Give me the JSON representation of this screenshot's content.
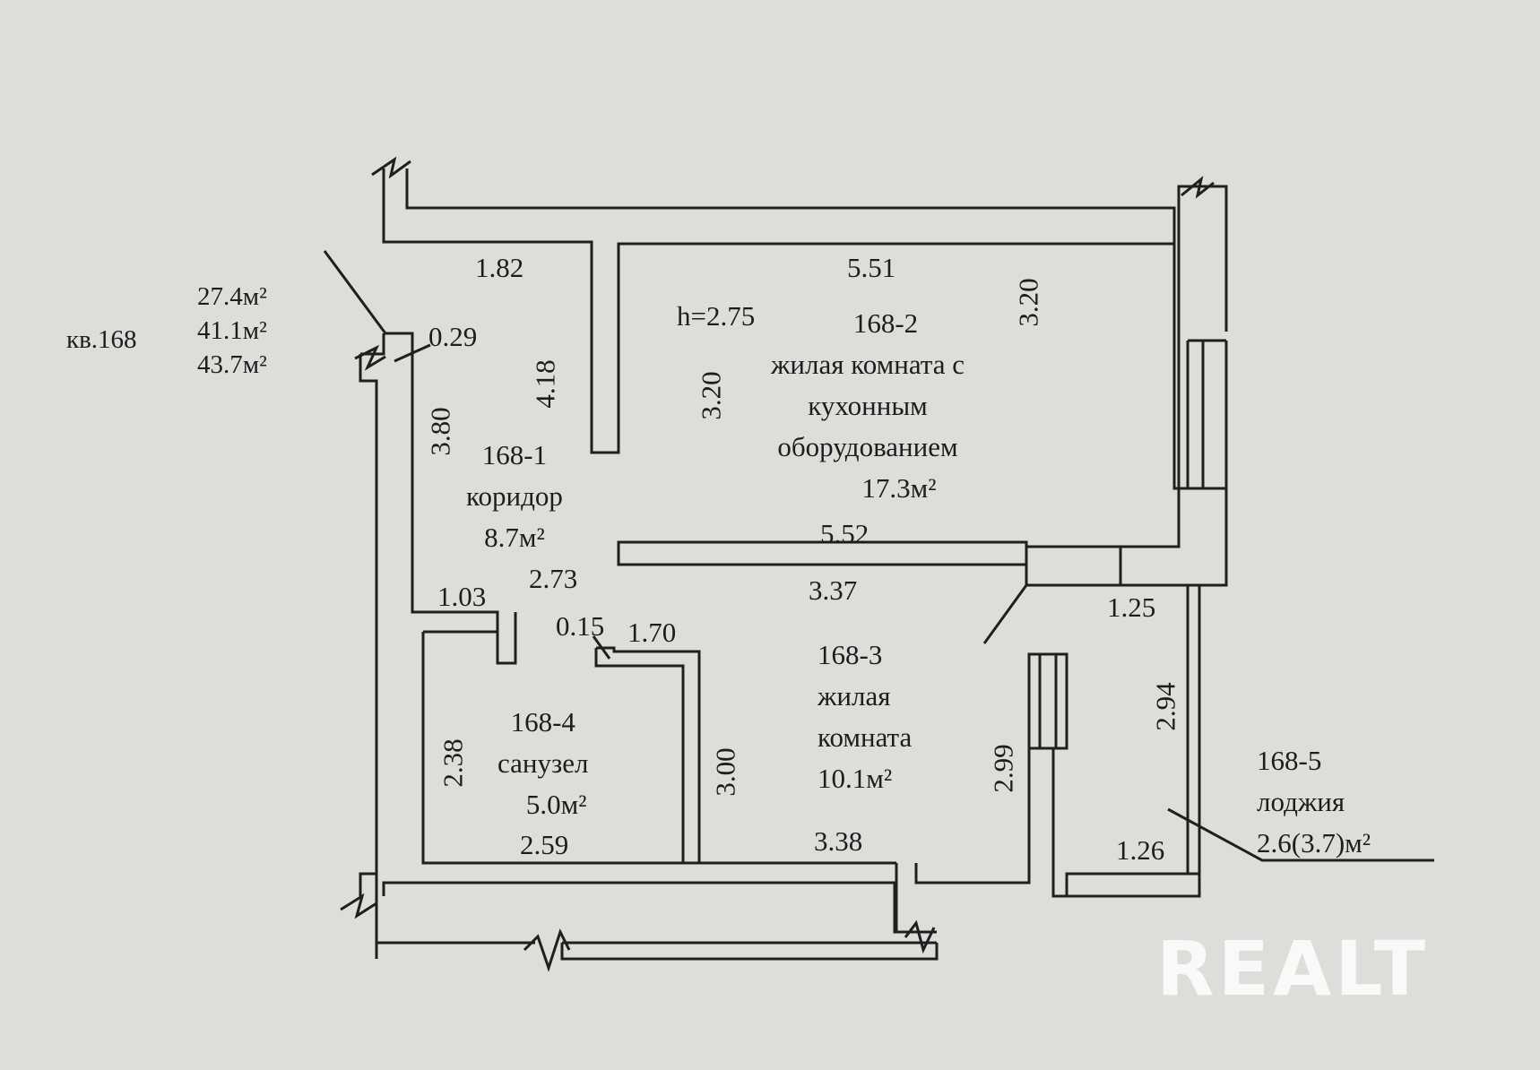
{
  "apartment": {
    "label": "кв.168",
    "areas": [
      "27.4м²",
      "41.1м²",
      "43.7м²"
    ]
  },
  "ceiling_height": "h=2.75",
  "rooms": [
    {
      "id": "168-1",
      "name": [
        "коридор"
      ],
      "area": "8.7м²"
    },
    {
      "id": "168-2",
      "name": [
        "жилая комната с",
        "кухонным",
        "оборудованием"
      ],
      "area": "17.3м²"
    },
    {
      "id": "168-3",
      "name": [
        "жилая",
        "комната"
      ],
      "area": "10.1м²"
    },
    {
      "id": "168-4",
      "name": [
        "санузел"
      ],
      "area": "5.0м²"
    },
    {
      "id": "168-5",
      "name": [
        "лоджия"
      ],
      "area": "2.6(3.7)м²"
    }
  ],
  "dimensions": {
    "d182": "1.82",
    "d551": "5.51",
    "d320_top": "3.20",
    "d029": "0.29",
    "d418": "4.18",
    "d380": "3.80",
    "d320_mid": "3.20",
    "d552": "5.52",
    "d273": "2.73",
    "d103": "1.03",
    "d337": "3.37",
    "d015": "0.15",
    "d170": "1.70",
    "d125": "1.25",
    "d294": "2.94",
    "d238": "2.38",
    "d300": "3.00",
    "d299": "2.99",
    "d259": "2.59",
    "d338": "3.38",
    "d126": "1.26"
  },
  "watermark": "REALT",
  "colors": {
    "background": "#ddddda",
    "ink": "#1d1d1d",
    "watermark": "#ffffff"
  }
}
